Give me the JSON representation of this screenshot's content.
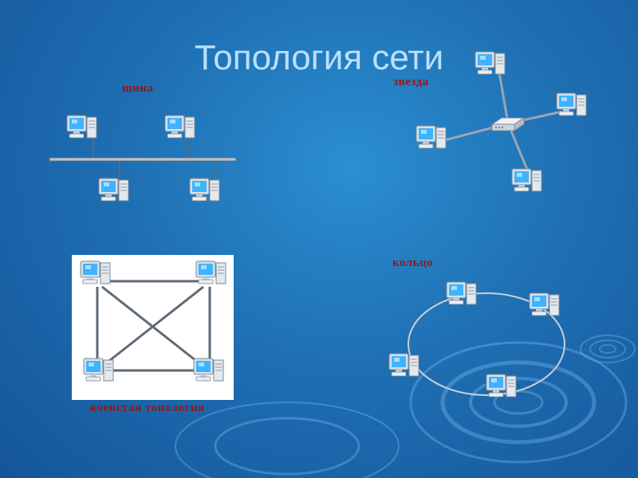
{
  "slide": {
    "title": "Топология сети",
    "labels": {
      "bus": "шина",
      "star": "звезда",
      "ring": "кольцо",
      "mesh": "ячеистая топология"
    }
  },
  "icons": {
    "computer": "computer-icon",
    "hub": "hub-icon"
  },
  "colors": {
    "background": "#1f6fb3",
    "title": "#b9e0ff",
    "label": "#8b1a1a",
    "line": "#6e7a86"
  }
}
